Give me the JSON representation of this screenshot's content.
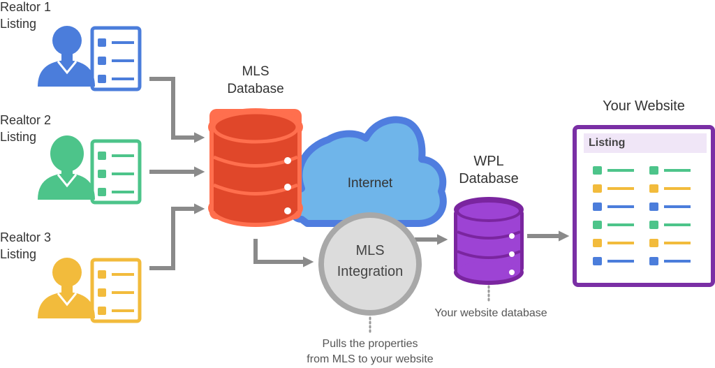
{
  "realtors": [
    {
      "line1": "Realtor 1",
      "line2": "Listing",
      "color": "#4b7ddb"
    },
    {
      "line1": "Realtor 2",
      "line2": "Listing",
      "color": "#4dc48a"
    },
    {
      "line1": "Realtor 3",
      "line2": "Listing",
      "color": "#f2bb3c"
    }
  ],
  "mls_database": {
    "line1": "MLS",
    "line2": "Database",
    "color": "#e0472a",
    "outline": "#ff6f4e"
  },
  "internet": {
    "label": "Internet",
    "fill": "#6fb5ea",
    "outline": "#4f7ddf"
  },
  "integration": {
    "line1": "MLS",
    "line2": "Integration",
    "fill": "#dcdcdc",
    "outline": "#a8a8a8"
  },
  "integration_note": {
    "line1": "Pulls the properties",
    "line2": "from MLS to your website"
  },
  "wpl_database": {
    "line1": "WPL",
    "line2": "Database",
    "color": "#9d43d4",
    "outline": "#7a259f"
  },
  "wpl_note": "Your website database",
  "website": {
    "title": "Your Website",
    "header": "Listing",
    "frame_color": "#7a2fa5",
    "header_bg": "#f0e6f7",
    "row_colors": [
      "#4dc48a",
      "#f2bb3c",
      "#4b7ddb",
      "#4dc48a",
      "#f2bb3c",
      "#4b7ddb"
    ]
  },
  "arrow_color": "#8a8a8a"
}
